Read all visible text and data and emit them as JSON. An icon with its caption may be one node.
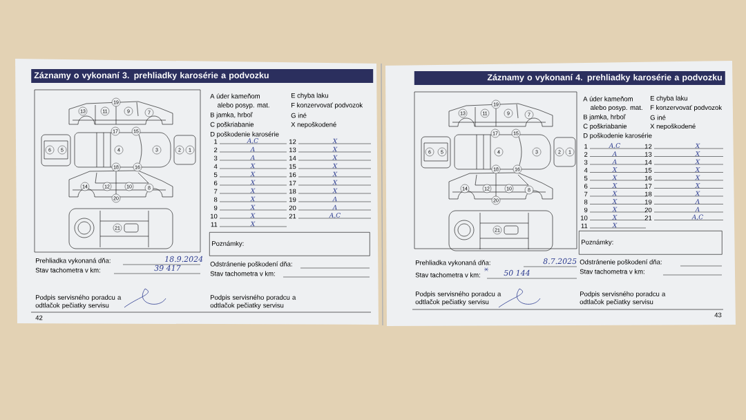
{
  "diagram": {
    "nodes": [
      {
        "text": [
          "Záznamy o vykonaní 3. prehliadky karosérie a podvozku"
        ]
      },
      {
        "text": [
          "Poznámky:"
        ]
      },
      {
        "text": [
          "Záznamy o vykonaní 4. prehliadky karosérie a podvozku"
        ]
      },
      {
        "text": [
          "Poznámky:"
        ]
      }
    ],
    "labels": [
      "A úder kameňom",
      "alebo posyp. mat.",
      "B jamka, hrboľ",
      "C poškriabanie",
      "D poškodenie karosérie",
      "E chyba laku",
      "F konzervovať podvozok",
      "G iné",
      "X nepoškodené",
      "1",
      "A,C",
      "2",
      "A",
      "3",
      "A",
      "4",
      "X",
      "5",
      "X",
      "6",
      "X",
      "7",
      "X",
      "8",
      "X",
      "9",
      "X",
      "10",
      "X",
      "11",
      "X",
      "12",
      "X",
      "13",
      "X",
      "14",
      "X",
      "15",
      "X",
      "16",
      "X",
      "17",
      "X",
      "18",
      "X",
      "19",
      "A",
      "20",
      "A",
      "21",
      "A,C",
      "Prehliadka vykonaná dňa:",
      "18.9.2024",
      "Stav tachometra v km:",
      "39 417",
      "Odstránenie poškodení dňa:",
      "Stav tachometra v km:",
      "Podpis servisného poradcu a odtlačok pečiatky servisu",
      "Podpis servisného poradcu a odtlačok pečiatky servisu",
      "42",
      "19",
      "13",
      "11",
      "9",
      "7",
      "17",
      "15",
      "6",
      "5",
      "4",
      "3",
      "2",
      "1",
      "18",
      "16",
      "14",
      "12",
      "10",
      "8",
      "20",
      "21",
      "A úder kameňom",
      "alebo posyp. mat.",
      "B jamka, hrboľ",
      "C poškriabanie",
      "D poškodenie karosérie",
      "E chyba laku",
      "F konzervovať podvozok",
      "G iné",
      "X nepoškodené",
      "1",
      "A,C",
      "2",
      "A",
      "3",
      "A",
      "4",
      "X",
      "5",
      "X",
      "6",
      "X",
      "7",
      "X",
      "8",
      "X",
      "9",
      "X",
      "10",
      "X",
      "11",
      "X",
      "12",
      "X",
      "13",
      "X",
      "14",
      "X",
      "15",
      "X",
      "16",
      "X",
      "17",
      "X",
      "18",
      "X",
      "19",
      "A",
      "20",
      "A",
      "21",
      "A,C",
      "Prehliadka vykonaná dňa:",
      "8.7.2025",
      "Stav tachometra v km:",
      "50 144",
      "Odstránenie poškodení dňa:",
      "Stav tachometra v km:",
      "Podpis servisného poradcu a odtlačok pečiatky servisu",
      "Podpis servisného poradcu a odtlačok pečiatky servisu",
      "43",
      "19",
      "13",
      "11",
      "9",
      "7",
      "17",
      "15",
      "6",
      "5",
      "4",
      "3",
      "2",
      "1",
      "18",
      "16",
      "14",
      "12",
      "10",
      "8",
      "20",
      "21"
    ]
  }
}
